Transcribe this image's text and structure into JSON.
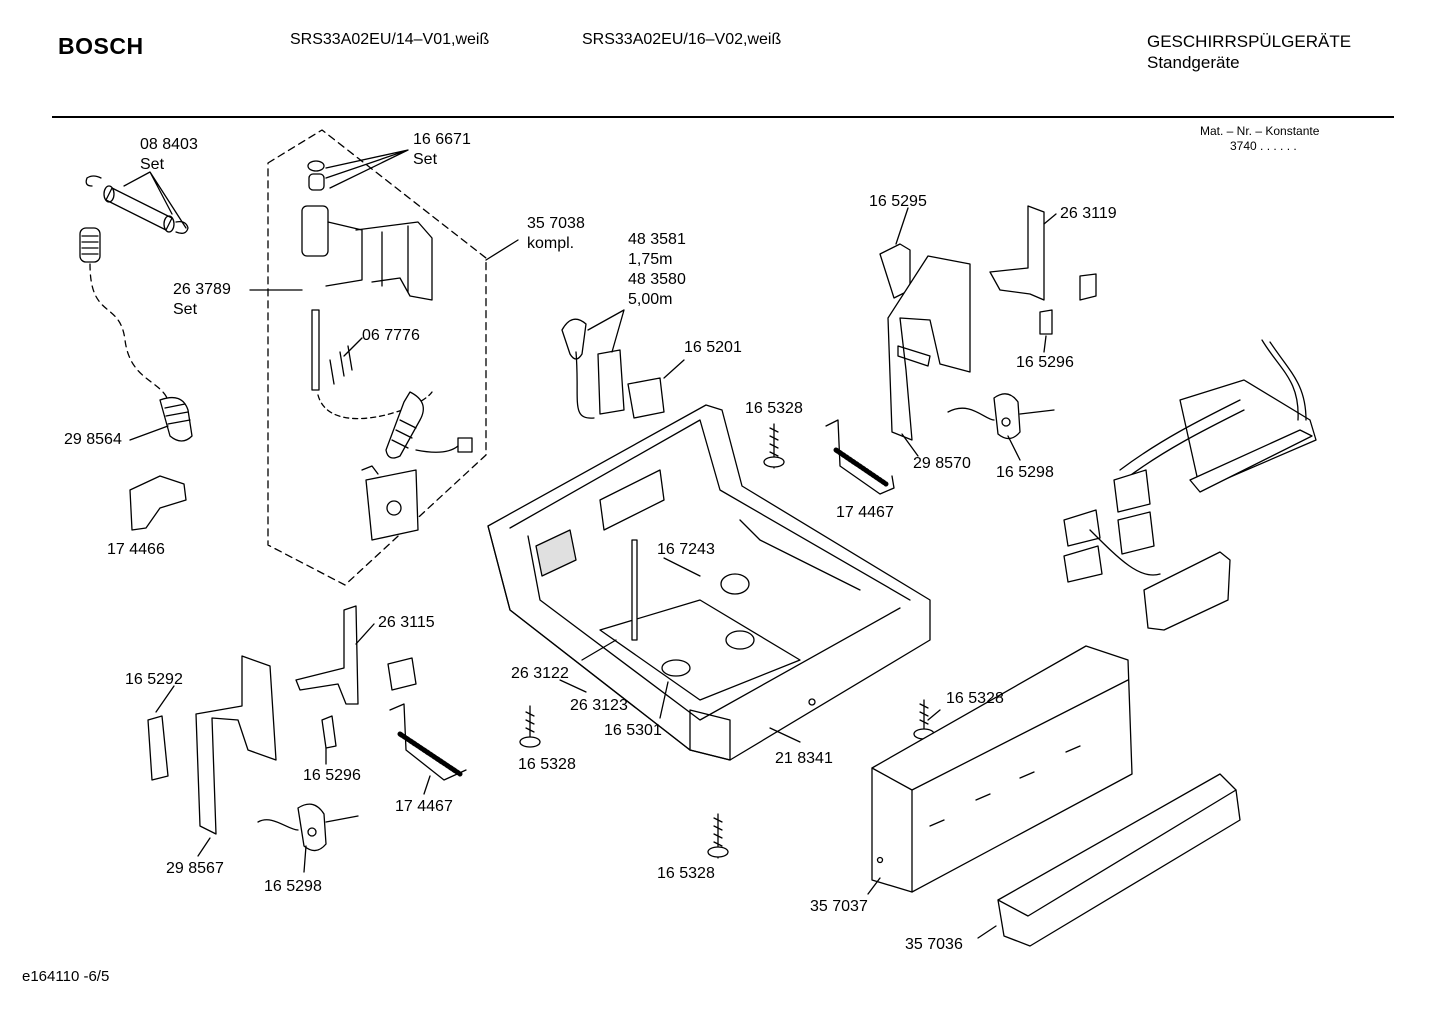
{
  "header": {
    "brand": "BOSCH",
    "model_1": "SRS33A02EU/14–V01,weiß",
    "model_2": "SRS33A02EU/16–V02,weiß",
    "category": "GESCHIRRSPÜLGERÄTE",
    "subcategory": "Standgeräte",
    "mat_label": "Mat. – Nr. – Konstante",
    "mat_value": "3740 . . . . . ."
  },
  "footer": {
    "drawing_id": "e164110 -6/5"
  },
  "parts": [
    {
      "id": "p088403",
      "text": "08 8403\nSet"
    },
    {
      "id": "p166671",
      "text": "16 6671\nSet"
    },
    {
      "id": "p357038",
      "text": "35 7038\nkompl."
    },
    {
      "id": "p263789",
      "text": "26 3789\nSet"
    },
    {
      "id": "p067776",
      "text": "06 7776"
    },
    {
      "id": "p298564",
      "text": "29 8564"
    },
    {
      "id": "p174466",
      "text": "17 4466"
    },
    {
      "id": "p483581",
      "text": "48 3581\n1,75m\n48 3580\n5,00m"
    },
    {
      "id": "p165201",
      "text": "16 5201"
    },
    {
      "id": "p165328a",
      "text": "16 5328"
    },
    {
      "id": "p174467a",
      "text": "17 4467"
    },
    {
      "id": "p165295",
      "text": "16 5295"
    },
    {
      "id": "p263119",
      "text": "26 3119"
    },
    {
      "id": "p165296a",
      "text": "16 5296"
    },
    {
      "id": "p298570",
      "text": "29 8570"
    },
    {
      "id": "p165298a",
      "text": "16 5298"
    },
    {
      "id": "p167243",
      "text": "16 7243"
    },
    {
      "id": "p263115",
      "text": "26 3115"
    },
    {
      "id": "p165292",
      "text": "16 5292"
    },
    {
      "id": "p165296b",
      "text": "16 5296"
    },
    {
      "id": "p174467b",
      "text": "17 4467"
    },
    {
      "id": "p298567",
      "text": "29 8567"
    },
    {
      "id": "p165298b",
      "text": "16 5298"
    },
    {
      "id": "p263122",
      "text": "26 3122"
    },
    {
      "id": "p263123",
      "text": "26 3123"
    },
    {
      "id": "p165301",
      "text": "16 5301"
    },
    {
      "id": "p165328b",
      "text": "16 5328"
    },
    {
      "id": "p218341",
      "text": "21 8341"
    },
    {
      "id": "p165328c",
      "text": "16 5328"
    },
    {
      "id": "p165328d",
      "text": "16 5328"
    },
    {
      "id": "p357037",
      "text": "35 7037"
    },
    {
      "id": "p357036",
      "text": "35 7036"
    }
  ]
}
